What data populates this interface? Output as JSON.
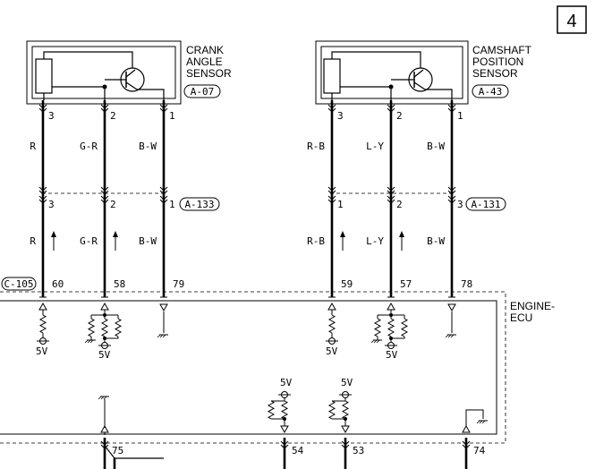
{
  "page_number": "4",
  "crank": {
    "line1": "CRANK",
    "line2": "ANGLE",
    "line3": "SENSOR",
    "connector": "A-07"
  },
  "cam": {
    "line1": "CAMSHAFT",
    "line2": "POSITION",
    "line3": "SENSOR",
    "connector": "A-43"
  },
  "ecu": {
    "line1": "ENGINE-",
    "line2": "ECU",
    "connector": "C-105"
  },
  "joints": {
    "left": "A-133",
    "right": "A-131"
  },
  "wires": [
    {
      "top_pin": "3",
      "mid_pin": "3",
      "color_upper": "R",
      "color_lower": "R",
      "ecu_pin": "60",
      "arrow": true
    },
    {
      "top_pin": "2",
      "mid_pin": "2",
      "color_upper": "G-R",
      "color_lower": "G-R",
      "ecu_pin": "58",
      "arrow": true
    },
    {
      "top_pin": "1",
      "mid_pin": "1",
      "color_upper": "B-W",
      "color_lower": "B-W",
      "ecu_pin": "79",
      "arrow": false
    },
    {
      "top_pin": "3",
      "mid_pin": "1",
      "color_upper": "R-B",
      "color_lower": "R-B",
      "ecu_pin": "59",
      "arrow": true
    },
    {
      "top_pin": "2",
      "mid_pin": "2",
      "color_upper": "L-Y",
      "color_lower": "L-Y",
      "ecu_pin": "57",
      "arrow": true
    },
    {
      "top_pin": "1",
      "mid_pin": "3",
      "color_upper": "B-W",
      "color_lower": "B-W",
      "ecu_pin": "78",
      "arrow": false
    }
  ],
  "voltage": "5V",
  "bottom_pins": [
    "75",
    "54",
    "53",
    "74"
  ]
}
